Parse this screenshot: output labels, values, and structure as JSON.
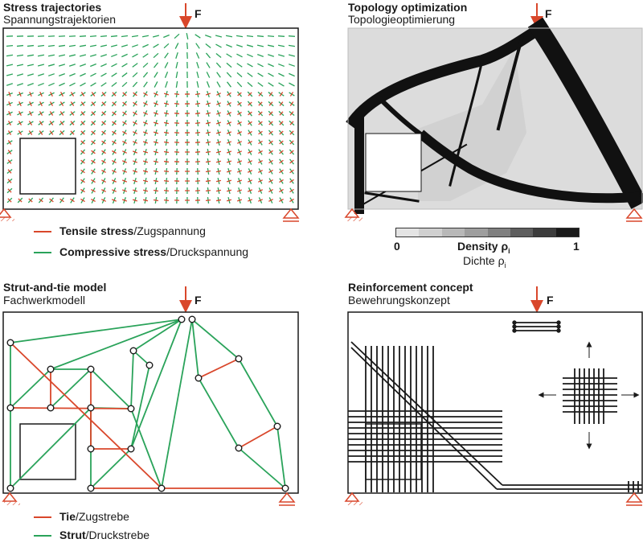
{
  "panels": {
    "stress": {
      "title": "Stress trajectories",
      "subtitle": "Spannungstrajektorien",
      "force": "F",
      "legend": [
        {
          "bold": "Tensile stress",
          "rest": "/Zugspannung",
          "color": "#d9472b"
        },
        {
          "bold": "Compressive stress",
          "rest": "/Druckspannung",
          "color": "#2aa35a"
        }
      ]
    },
    "topology": {
      "title": "Topology optimization",
      "subtitle": "Topologieoptimierung",
      "force": "F",
      "density_min": "0",
      "density_max": "1",
      "density_label": "Density ρ",
      "density_label_de": "Dichte ρ",
      "density_sub": "i",
      "density_steps": [
        "#e4e4e4",
        "#d0d0d0",
        "#b8b8b8",
        "#9e9e9e",
        "#808080",
        "#5e5e5e",
        "#3c3c3c",
        "#1a1a1a"
      ]
    },
    "strut": {
      "title": "Strut-and-tie model",
      "subtitle": "Fachwerkmodell",
      "force": "F",
      "legend": [
        {
          "bold": "Tie",
          "rest": "/Zugstrebe",
          "color": "#d9472b"
        },
        {
          "bold": "Strut",
          "rest": "/Druckstrebe",
          "color": "#2aa35a"
        }
      ]
    },
    "reinforcement": {
      "title": "Reinforcement concept",
      "subtitle": "Bewehrungskonzept",
      "force": "F"
    }
  },
  "colors": {
    "tie": "#d9472b",
    "strut": "#2aa35a",
    "force": "#d9472b",
    "ink": "#1a1a1a"
  }
}
